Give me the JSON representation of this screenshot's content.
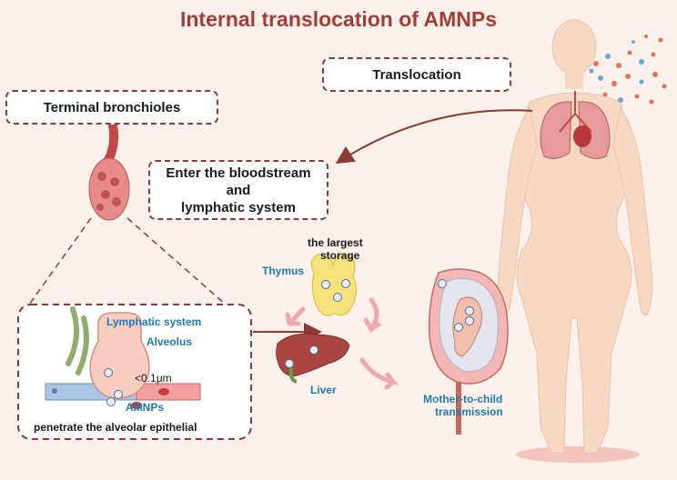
{
  "title": "Internal translocation of AMNPs",
  "boxes": {
    "translocation": "Translocation",
    "terminal_bronchioles": "Terminal bronchioles",
    "bloodstream_line1": "Enter the bloodstream",
    "bloodstream_line2": "and",
    "bloodstream_line3": "lymphatic system"
  },
  "labels": {
    "lymphatic_system": "Lymphatic system",
    "alveolus": "Alveolus",
    "size": "<0.1μm",
    "amnps": "AMNPs",
    "penetrate": "penetrate the alveolar epithelial",
    "largest_storage_1": "the largest",
    "largest_storage_2": "storage",
    "thymus": "Thymus",
    "liver": "Liver",
    "mother_1": "Mother-to-child",
    "mother_2": "transmission"
  },
  "colors": {
    "title": "#a53d37",
    "accent_border": "#8b3a35",
    "blue_label": "#1d79b4",
    "background": "#fbf1ea"
  }
}
